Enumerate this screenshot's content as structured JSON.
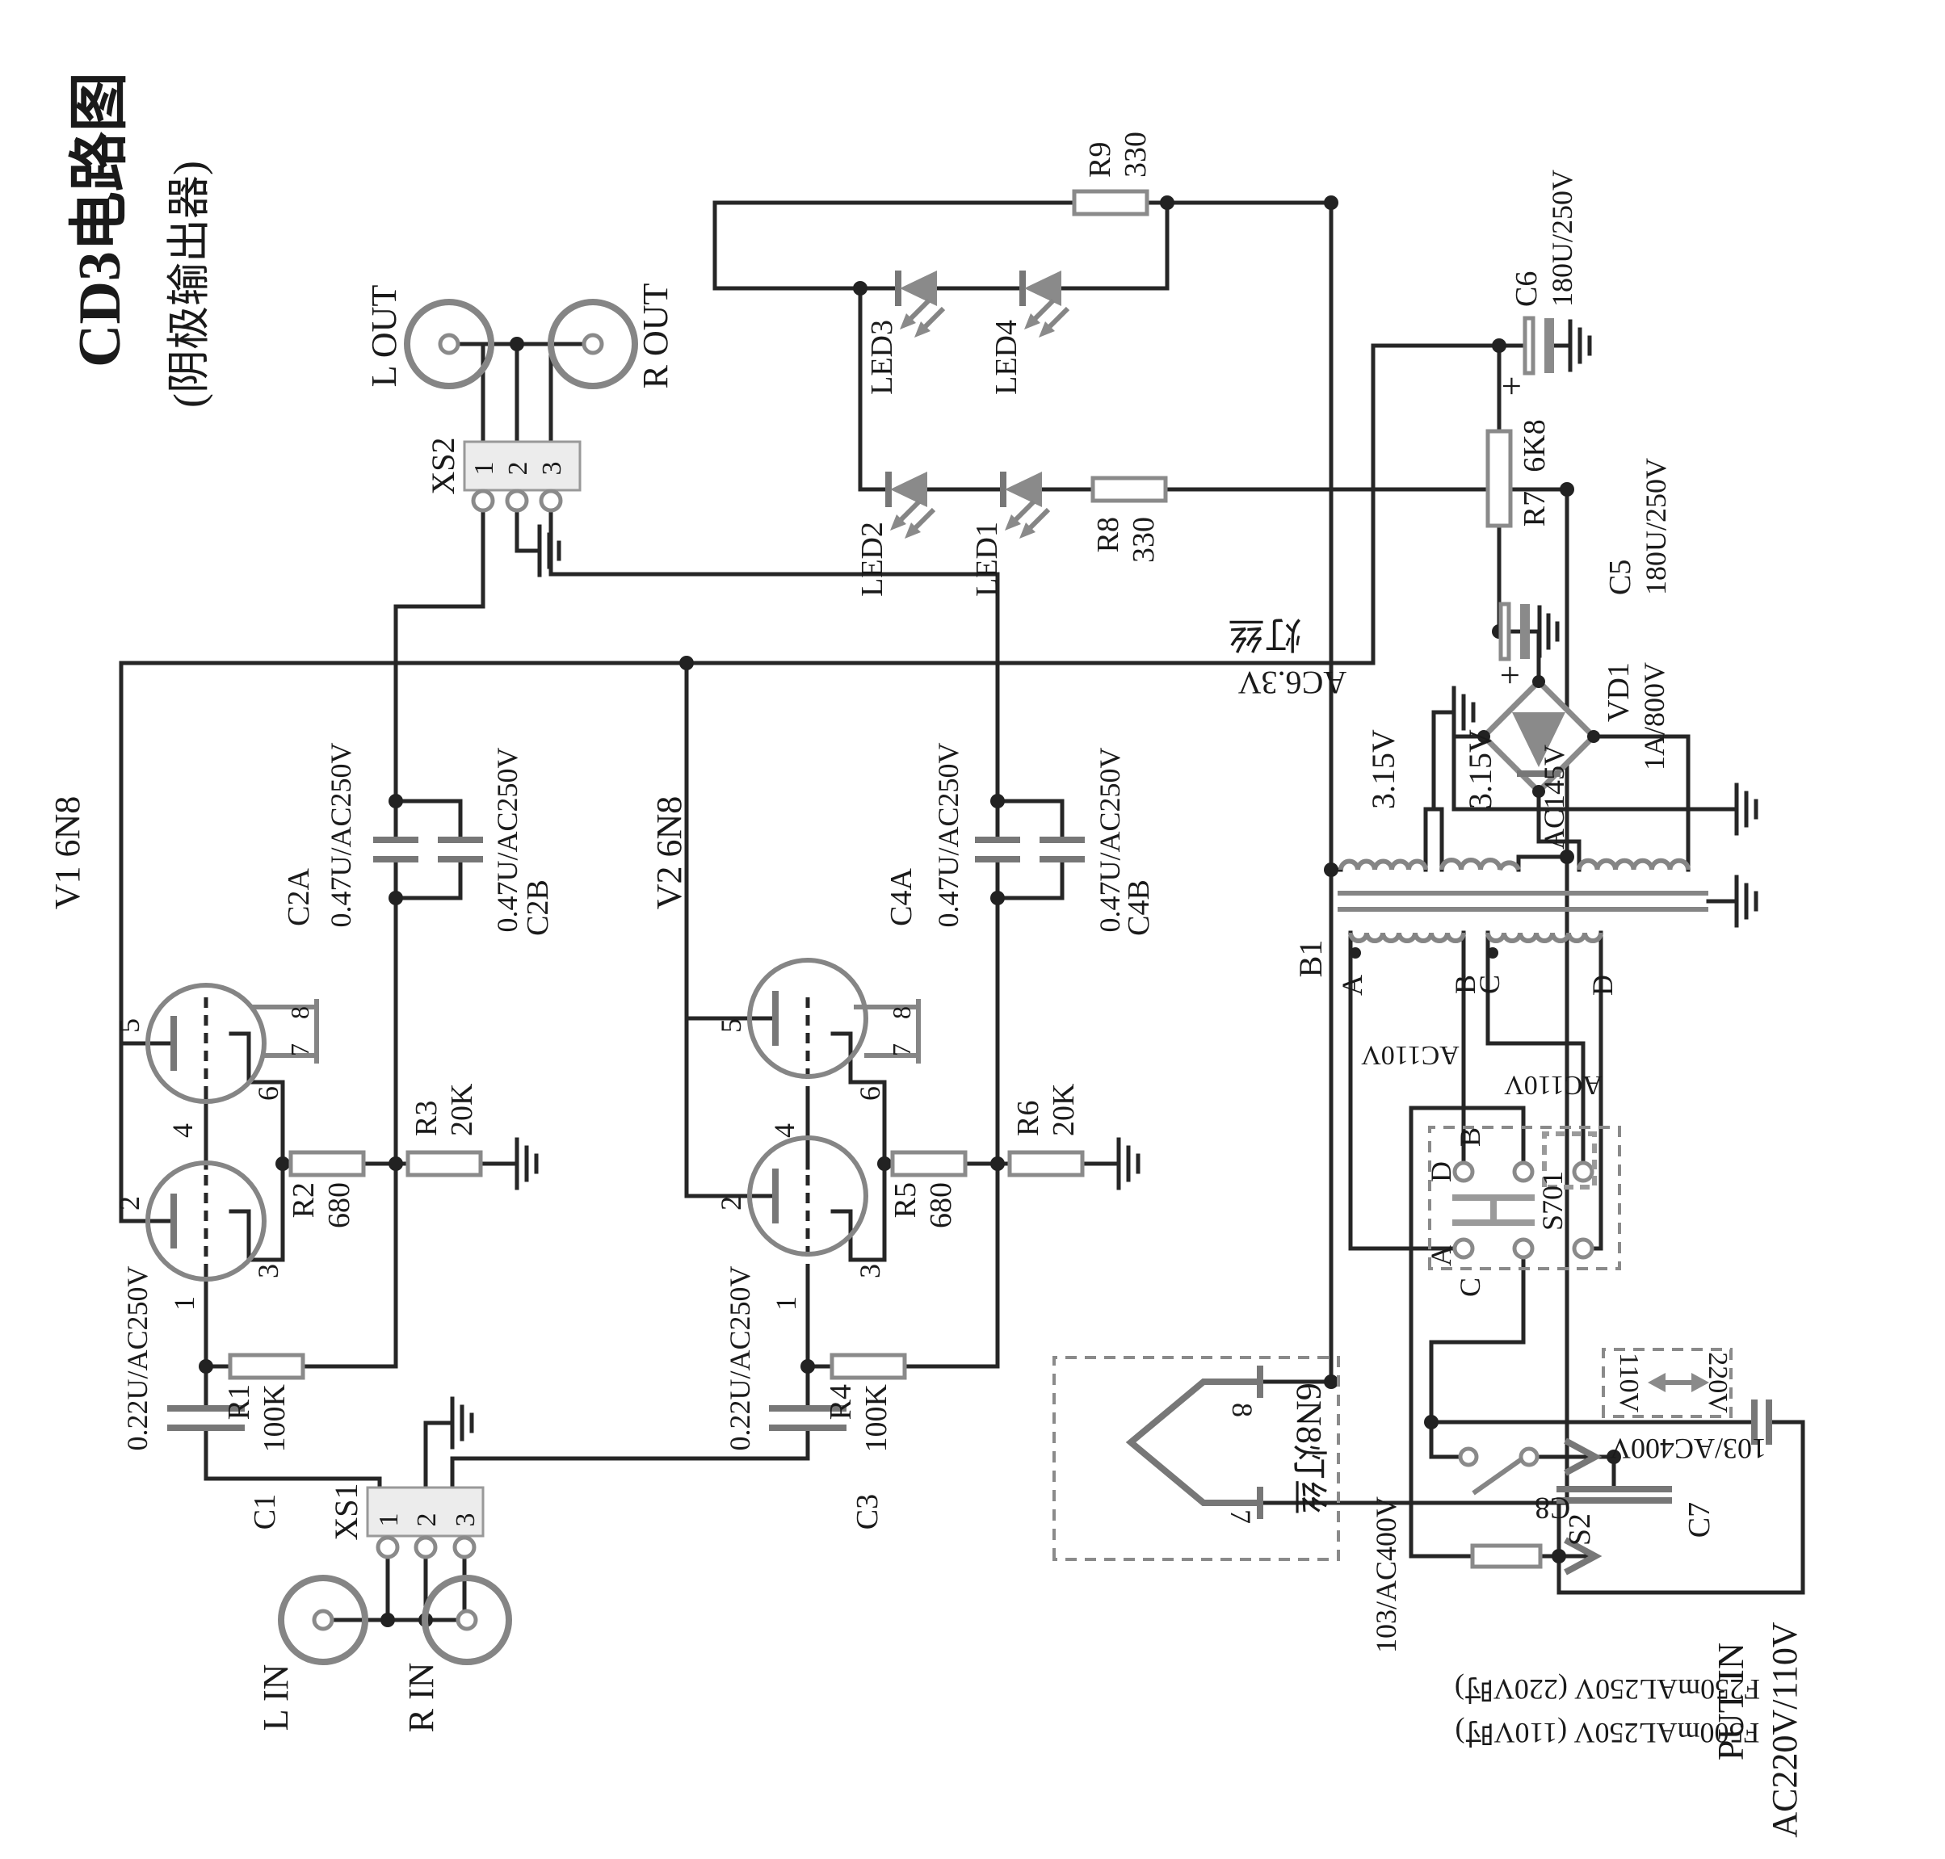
{
  "title": {
    "line1": "CD3电路图",
    "line2": "(阴极输出器)"
  },
  "io": {
    "l_in": "L IN",
    "r_in": "R IN",
    "l_out": "L OUT",
    "r_out": "R OUT",
    "xs1": "XS1",
    "xs2": "XS2"
  },
  "pins": {
    "p1": "1",
    "p2": "2",
    "p3": "3",
    "p4": "4",
    "p5": "5",
    "p6": "6",
    "p7": "7",
    "p8": "8"
  },
  "tubes": {
    "v1": "V1  6N8",
    "v2": "V2  6N8"
  },
  "resistors": {
    "r1": {
      "ref": "R1",
      "value": "100K"
    },
    "r2": {
      "ref": "R2",
      "value": "680"
    },
    "r3": {
      "ref": "R3",
      "value": "20K"
    },
    "r4": {
      "ref": "R4",
      "value": "100K"
    },
    "r5": {
      "ref": "R5",
      "value": "680"
    },
    "r6": {
      "ref": "R6",
      "value": "20K"
    },
    "r7": {
      "ref": "R7",
      "value": "6K8"
    },
    "r8": {
      "ref": "R8",
      "value": "330"
    },
    "r9": {
      "ref": "R9",
      "value": "330"
    }
  },
  "capacitors": {
    "c1": {
      "ref": "C1",
      "value": "0.22U/AC250V"
    },
    "c2a": {
      "ref": "C2A",
      "value": "0.47U/AC250V"
    },
    "c2b": {
      "ref": "C2B",
      "value": "0.47U/AC250V"
    },
    "c3": {
      "ref": "C3",
      "value": "0.22U/AC250V"
    },
    "c4a": {
      "ref": "C4A",
      "value": "0.47U/AC250V"
    },
    "c4b": {
      "ref": "C4B",
      "value": "0.47U/AC250V"
    },
    "c5": {
      "ref": "C5",
      "value": "180U/250V",
      "polarity": "+"
    },
    "c6": {
      "ref": "C6",
      "value": "180U/250V",
      "polarity": "+"
    },
    "c7": {
      "ref": "C7",
      "value": "103/AC400V"
    },
    "c8": {
      "ref": "C8",
      "value": "103/AC400V"
    }
  },
  "leds": {
    "led1": "LED1",
    "led2": "LED2",
    "led3": "LED3",
    "led4": "LED4"
  },
  "rectifier": {
    "ref": "VD1",
    "value": "1A/800V"
  },
  "transformer": {
    "ref": "B1",
    "sec1": "3.15V",
    "sec2": "3.15V",
    "sec3": "AC145V",
    "pri1": "AC110V",
    "pri2": "AC110V",
    "heater_v": "AC6.3V",
    "heater_note": "灯丝",
    "term_a": "A",
    "term_b": "B",
    "term_c": "C",
    "term_d": "D"
  },
  "selector": {
    "ref": "S701",
    "a": "A",
    "b": "B",
    "c": "C",
    "d": "D"
  },
  "heater_box": {
    "label": "6N8灯丝",
    "pin7": "7",
    "pin8": "8"
  },
  "power": {
    "switch": "S2",
    "put_in": "PUT IN",
    "input_v": "AC220V/110V",
    "fuse_220": "F250mAL250V (220V时)",
    "fuse_110": "F500mAL250V (110V时)",
    "sel_110": "110V",
    "sel_220": "220V"
  }
}
